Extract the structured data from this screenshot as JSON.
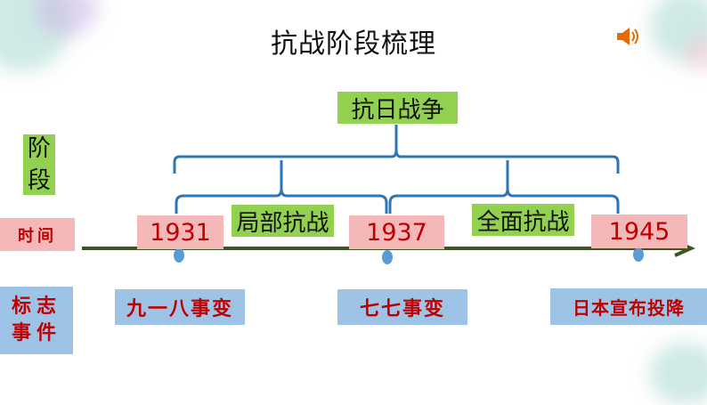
{
  "title": "抗战阶段梳理",
  "war": "抗日战争",
  "stage_label": [
    "阶",
    "段"
  ],
  "time_label": "时间",
  "event_label": [
    "标志",
    "事件"
  ],
  "years": [
    "1931",
    "1937",
    "1945"
  ],
  "phases": [
    "局部抗战",
    "全面抗战"
  ],
  "events": [
    "九一八事变",
    "七七事变",
    "日本宣布投降"
  ],
  "colors": {
    "green": "#92d050",
    "pink": "#f4b8b8",
    "blue": "#9dc3e6",
    "brace": "#2e75b6",
    "axis": "#385723",
    "dot": "#5b9bd5",
    "red_text": "#c00000"
  },
  "icons": {
    "audio": "speaker-icon"
  }
}
